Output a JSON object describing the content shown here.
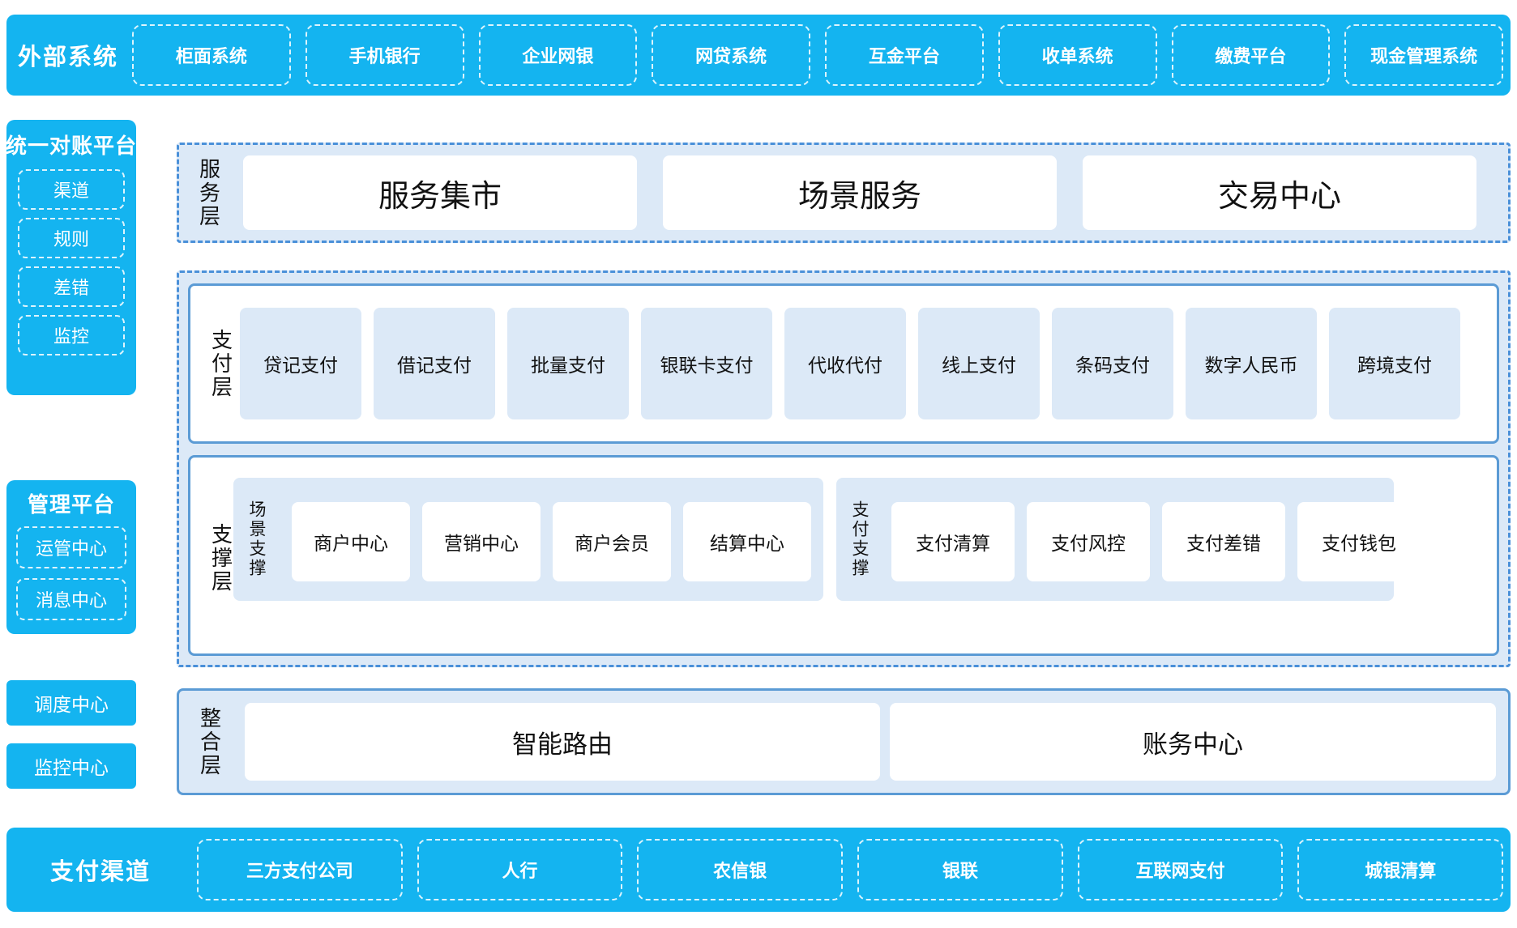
{
  "colors": {
    "brand_blue": "#14b4f0",
    "dashed_border": "#4a90d9",
    "solid_border": "#5b9bd5",
    "tint": "#dce9f7",
    "white": "#ffffff",
    "text": "#111111"
  },
  "external_systems": {
    "title": "外部系统",
    "items": [
      "柜面系统",
      "手机银行",
      "企业网银",
      "网贷系统",
      "互金平台",
      "收单系统",
      "缴费平台",
      "现金管理系统"
    ]
  },
  "left_rail": {
    "reconciliation_platform": {
      "title": "统一对账平台",
      "items": [
        "渠道",
        "规则",
        "差错",
        "监控"
      ]
    },
    "management_platform": {
      "title": "管理平台",
      "items": [
        "运管中心",
        "消息中心"
      ]
    },
    "standalone": [
      "调度中心",
      "监控中心"
    ]
  },
  "service_layer": {
    "label": "服务层",
    "items": [
      "服务集市",
      "场景服务",
      "交易中心"
    ]
  },
  "payment_layer": {
    "label": "支付层",
    "items": [
      "贷记支付",
      "借记支付",
      "批量支付",
      "银联卡支付",
      "代收代付",
      "线上支付",
      "条码支付",
      "数字人民币",
      "跨境支付"
    ]
  },
  "support_layer": {
    "label": "支撑层",
    "scene_support": {
      "label": "场景支撑",
      "items": [
        "商户中心",
        "营销中心",
        "商户会员",
        "结算中心"
      ]
    },
    "payment_support": {
      "label": "支付支撑",
      "items": [
        "支付清算",
        "支付风控",
        "支付差错",
        "支付钱包"
      ]
    }
  },
  "integration_layer": {
    "label": "整合层",
    "items": [
      "智能路由",
      "账务中心"
    ]
  },
  "payment_channels": {
    "title": "支付渠道",
    "items": [
      "三方支付公司",
      "人行",
      "农信银",
      "银联",
      "互联网支付",
      "城银清算"
    ]
  }
}
